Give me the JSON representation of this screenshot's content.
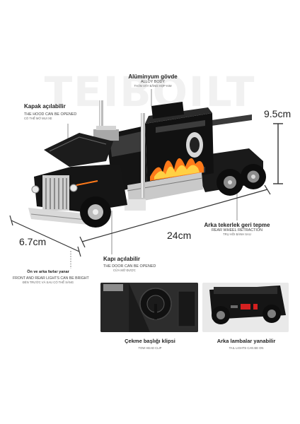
{
  "watermark": "TEIBOILT",
  "labels": {
    "body": {
      "title": "Alüminyum gövde",
      "en": "ALLOY BODY",
      "vn": "THÂN VÁY BẰNG HỢP KIM"
    },
    "hood": {
      "title": "Kapak açılabilir",
      "en": "THE HOOD CAN BE OPENED",
      "vn": "CÓ THỂ MỞ MUI XE"
    },
    "rear_wheel": {
      "title": "Arka tekerlek geri tepme",
      "en": "REAR WHEEL RETRACTION",
      "vn": "TRỤ HỒI BÁNH SAU"
    },
    "door": {
      "title": "Kapı açılabilir",
      "en": "THE DOOR CAN BE OPENED",
      "vn": "CỬA MỞ ĐƯỢC"
    },
    "lights": {
      "title": "Ön ve arka farlar yanar",
      "en": "FRONT AND REAR LIGHTS CAN BE BRIGHT",
      "vn": "ĐÈN TRƯỚC VÀ SAU CÓ THỂ SÁNG"
    }
  },
  "dimensions": {
    "height": "9.5cm",
    "length": "24cm",
    "width": "6.7cm"
  },
  "bottom": {
    "left": {
      "title": "Çekme başlığı klipsi",
      "sub": "TOW HEAD CLIP"
    },
    "right": {
      "title": "Arka lambalar yanabilir",
      "sub": "TAIL LIGHTS CAN BE ON"
    }
  },
  "colors": {
    "truck_body": "#141414",
    "chrome": "#c9c9c9",
    "flame": "#ff7a1a",
    "dim_line": "#333333"
  }
}
